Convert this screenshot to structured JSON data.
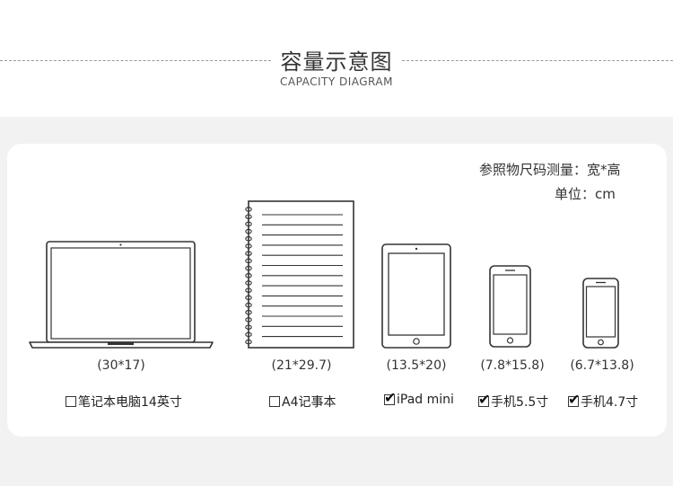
{
  "header": {
    "title": "容量示意图",
    "subtitle": "CAPACITY DIAGRAM"
  },
  "notes": {
    "measure": "参照物尺码测量：宽*高",
    "unit": "单位：cm"
  },
  "items": [
    {
      "dim": "(30*17)",
      "label": "笔记本电脑14英寸",
      "checked": false,
      "icon": "laptop-icon"
    },
    {
      "dim": "(21*29.7)",
      "label": "A4记事本",
      "checked": false,
      "icon": "notebook-icon"
    },
    {
      "dim": "(13.5*20)",
      "label": "iPad mini",
      "checked": true,
      "icon": "tablet-icon"
    },
    {
      "dim": "(7.8*15.8)",
      "label": "手机5.5寸",
      "checked": true,
      "icon": "phone-icon"
    },
    {
      "dim": "(6.7*13.8)",
      "label": "手机4.7寸",
      "checked": true,
      "icon": "phone-icon"
    }
  ],
  "colors": {
    "background": "#f2f2f2",
    "card": "#ffffff",
    "line": "#333333"
  }
}
